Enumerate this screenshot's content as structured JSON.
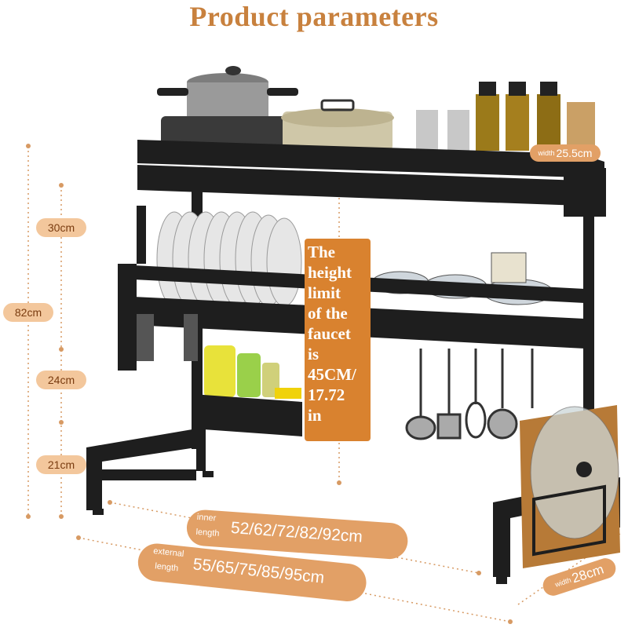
{
  "title": "Product parameters",
  "labels": {
    "height_total": "82cm",
    "height_top": "30cm",
    "height_mid": "24cm",
    "height_bottom": "21cm",
    "top_width_prefix": "width",
    "top_width_value": "25.5cm",
    "inner_prefix_1": "inner",
    "inner_prefix_2": "length",
    "inner_value": "52/62/72/82/92cm",
    "external_prefix_1": "external",
    "external_prefix_2": "length",
    "external_value": "55/65/75/85/95cm",
    "depth_prefix": "width",
    "depth_value": "28cm"
  },
  "callout_lines": [
    "The",
    "height",
    "limit",
    "of the",
    "faucet",
    "is",
    "45CM/",
    "17.72",
    "in"
  ],
  "colors": {
    "accent": "#d9822f",
    "pill": "#e2a066",
    "rack": "#1e1e1e",
    "dim_line": "#d79a63"
  }
}
